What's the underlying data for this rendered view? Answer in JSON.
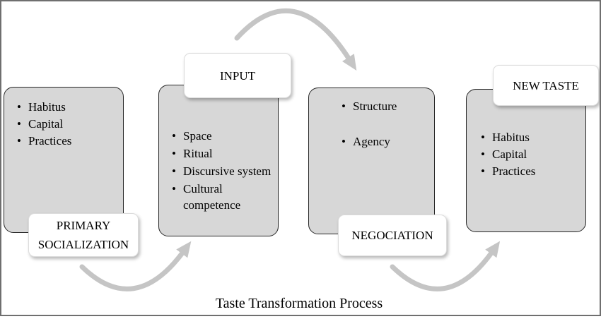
{
  "diagram": {
    "caption": "Taste Transformation Process",
    "labels": {
      "primary_socialization": "PRIMARY SOCIALIZATION",
      "input": "INPUT",
      "negociation": "NEGOCIATION",
      "new_taste": "NEW TASTE"
    },
    "stages": {
      "stage1": {
        "items": [
          "Habitus",
          "Capital",
          "Practices"
        ]
      },
      "stage2": {
        "items": [
          "Space",
          "Ritual",
          "Discursive system",
          "Cultural competence"
        ]
      },
      "stage3": {
        "items": [
          "Structure",
          "Agency"
        ]
      },
      "stage4": {
        "items": [
          "Habitus",
          "Capital",
          "Practices"
        ]
      }
    },
    "colors": {
      "stage_fill": "#d7d7d7",
      "stage_border": "#262626",
      "arrow": "#c5c5c5",
      "label_bg": "#ffffff",
      "frame_border": "#6f6f6f"
    }
  }
}
